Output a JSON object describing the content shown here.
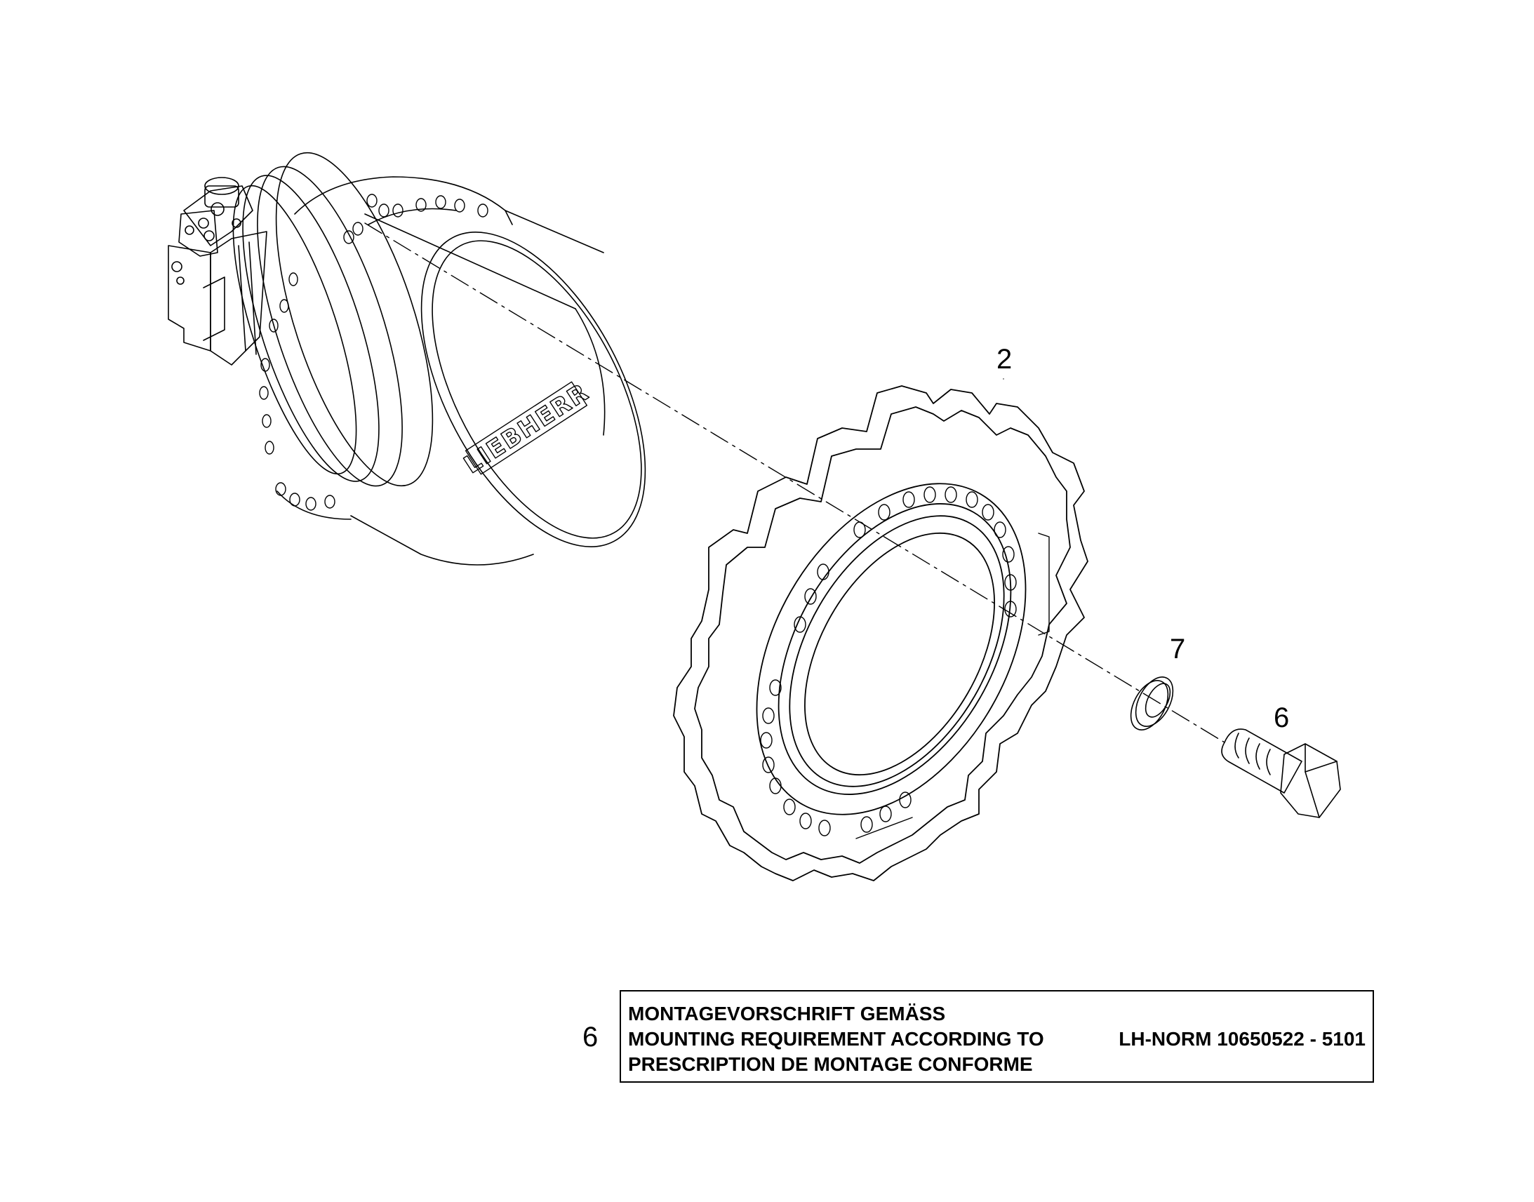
{
  "drawing": {
    "brand_logo_text": "LIEBHERR",
    "parts": [
      {
        "id": "travel-drive",
        "name": "travel drive gearbox"
      },
      {
        "id": "sprocket",
        "callout": "2"
      },
      {
        "id": "washer",
        "callout": "7"
      },
      {
        "id": "bolt",
        "callout": "6"
      }
    ]
  },
  "callouts": {
    "sprocket": "2",
    "washer": "7",
    "bolt": "6"
  },
  "note": {
    "item": "6",
    "line_de": "MONTAGEVORSCHRIFT GEMÄSS",
    "line_en": "MOUNTING REQUIREMENT ACCORDING TO",
    "line_fr": "PRESCRIPTION DE MONTAGE CONFORME",
    "reference": "LH-NORM 10650522 - 5101"
  }
}
